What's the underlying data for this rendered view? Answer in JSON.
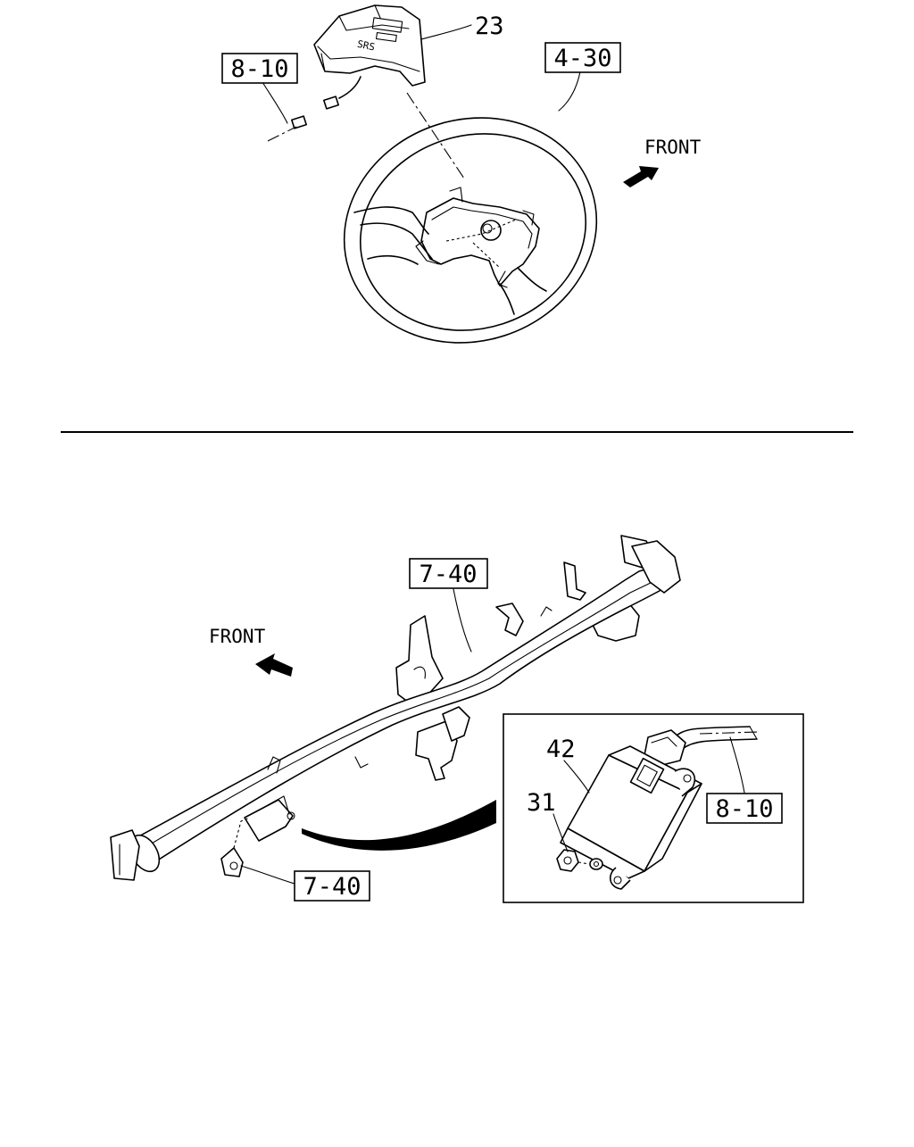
{
  "top_view": {
    "parts": {
      "pad_number": "23",
      "wheel_ref": "4-30",
      "harness_ref": "8-10",
      "pad_marking": "SRS"
    },
    "direction_label": "FRONT"
  },
  "bottom_view": {
    "parts": {
      "crossmember_ref_upper": "7-40",
      "crossmember_ref_lower": "7-40",
      "module_number": "42",
      "nut_number": "31",
      "harness_ref": "8-10"
    },
    "direction_label": "FRONT"
  }
}
